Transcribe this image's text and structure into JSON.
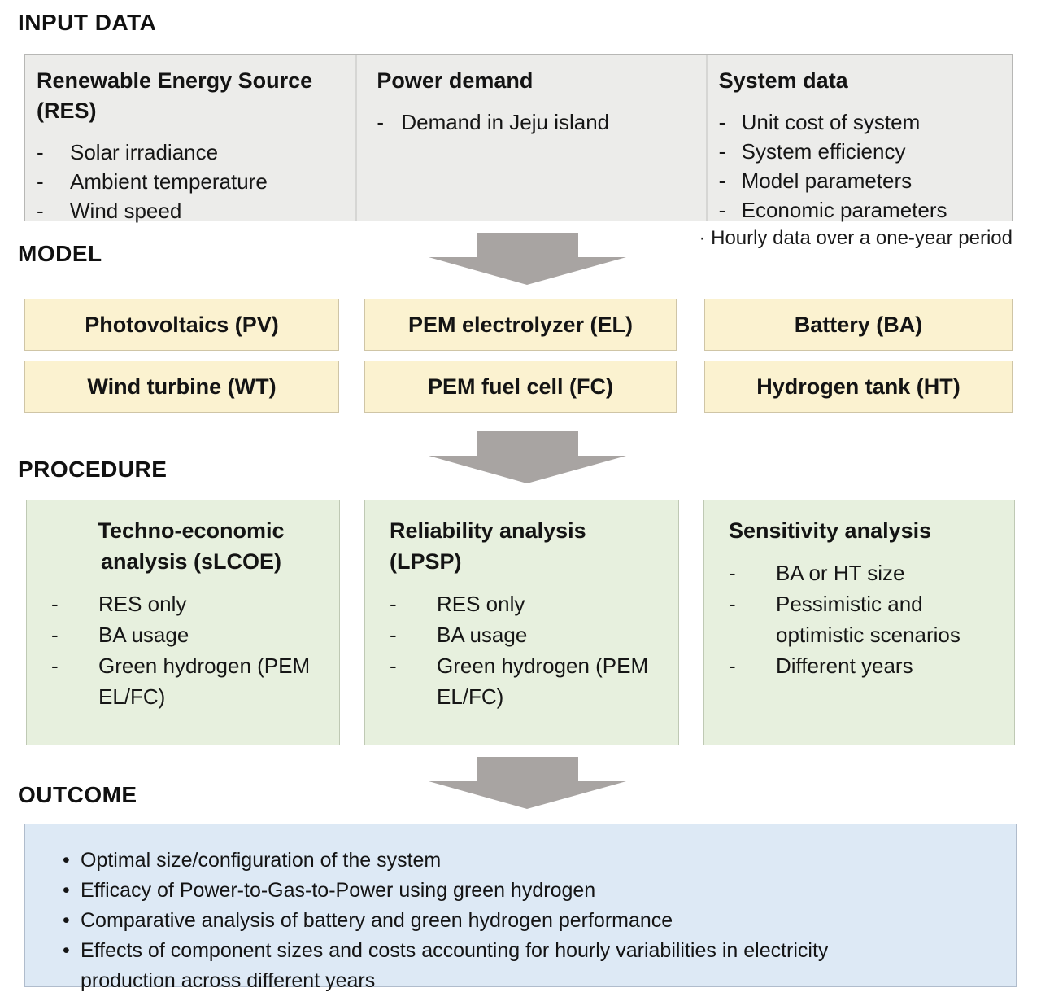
{
  "titles": {
    "input": "INPUT DATA",
    "model": "MODEL",
    "procedure": "PROCEDURE",
    "outcome": "OUTCOME"
  },
  "markers": {
    "dash": "-",
    "bullet": "•"
  },
  "input_data": {
    "columns": [
      {
        "heading": "Renewable Energy Source (RES)",
        "items": [
          "Solar irradiance",
          "Ambient temperature",
          "Wind speed"
        ]
      },
      {
        "heading": "Power demand",
        "items": [
          "Demand in Jeju island"
        ]
      },
      {
        "heading": "System data",
        "items": [
          "Unit cost of system",
          "System efficiency",
          "Model parameters",
          "Economic parameters"
        ]
      }
    ],
    "note": "· Hourly data over a one-year period"
  },
  "model": {
    "boxes": [
      "Photovoltaics (PV)",
      "PEM electrolyzer (EL)",
      "Battery (BA)",
      "Wind turbine (WT)",
      "PEM fuel cell (FC)",
      "Hydrogen tank (HT)"
    ]
  },
  "procedure": {
    "boxes": [
      {
        "heading": "Techno-economic analysis (sLCOE)",
        "items": [
          "RES only",
          "BA usage",
          "Green hydrogen (PEM EL/FC)"
        ]
      },
      {
        "heading": "Reliability analysis (LPSP)",
        "items": [
          "RES only",
          "BA usage",
          "Green hydrogen (PEM EL/FC)"
        ]
      },
      {
        "heading": "Sensitivity analysis",
        "items": [
          "BA or HT size",
          "Pessimistic and optimistic scenarios",
          "Different years"
        ]
      }
    ]
  },
  "outcome": {
    "bullets": [
      "Optimal size/configuration of the system",
      "Efficacy of Power-to-Gas-to-Power using green hydrogen",
      "Comparative analysis of battery and green hydrogen performance",
      "Effects of component sizes and costs accounting for hourly variabilities in electricity production across different years"
    ]
  },
  "colors": {
    "input_box_bg": "#ececea",
    "model_box_bg": "#fbf2d0",
    "procedure_box_bg": "#e7f0de",
    "outcome_box_bg": "#dde9f5",
    "arrow": "#a8a4a2",
    "text": "#161616"
  }
}
